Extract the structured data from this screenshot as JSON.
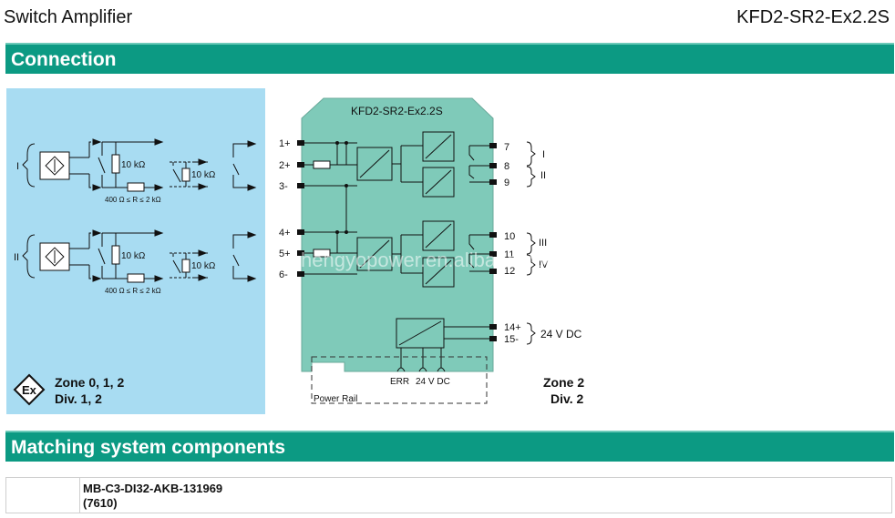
{
  "header": {
    "title": "Switch Amplifier",
    "model": "KFD2-SR2-Ex2.2S"
  },
  "sections": {
    "connection": "Connection",
    "matching": "Matching system components"
  },
  "diagram": {
    "module_label": "KFD2-SR2-Ex2.2S",
    "zone_left": [
      "Zone 0, 1, 2",
      "Div. 1, 2"
    ],
    "zone_right": [
      "Zone 2",
      "Div. 2"
    ],
    "ex_symbol": "Ex",
    "channel_labels": [
      "I",
      "II"
    ],
    "resistor_label": "10 kΩ",
    "range_label": "400 Ω ≤ R ≤ 2 kΩ",
    "input_terminals": [
      "1+",
      "2+",
      "3-",
      "4+",
      "5+",
      "6-"
    ],
    "output_terminals": [
      "7",
      "8",
      "9",
      "10",
      "11",
      "12",
      "14+",
      "15-"
    ],
    "output_groups": [
      "I",
      "II",
      "III",
      "IV"
    ],
    "supply_label": "24 V DC",
    "led_labels": [
      "ERR",
      "24 V DC"
    ],
    "power_rail": "Power Rail",
    "watermark": "hengyopower.en.alibaba.com"
  },
  "components": {
    "name": "MB-C3-DI32-AKB-131969",
    "code": "(7610)"
  },
  "colors": {
    "band": "#0c9a83",
    "hazard_area": "#a8dcf2",
    "module": "#7fcab9"
  }
}
